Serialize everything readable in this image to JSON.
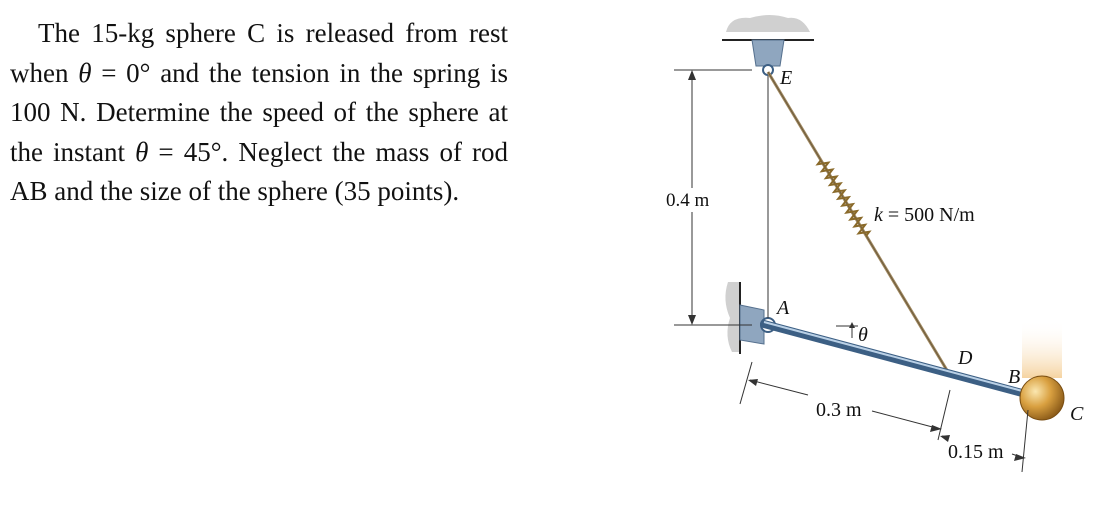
{
  "problem": {
    "segments": [
      {
        "text": "The 15-kg sphere C is released from rest when ",
        "math": false
      },
      {
        "text": "θ",
        "math": true
      },
      {
        "text": " = 0° and the tension in the spring is 100 N. Determine the speed of the sphere at the instant ",
        "math": false
      },
      {
        "text": "θ",
        "math": true
      },
      {
        "text": " = 45°. Neglect the mass of rod AB and the size of the sphere (35 points).",
        "math": false
      }
    ]
  },
  "figure": {
    "label_E": "E",
    "label_A": "A",
    "label_D": "D",
    "label_B": "B",
    "label_C": "C",
    "label_theta": "θ",
    "dim_vertical": "0.4 m",
    "dim_AD": "0.3 m",
    "dim_DB": "0.15 m",
    "spring_prefix": "k",
    "spring_rest": " = 500 N/m",
    "colors": {
      "rod": "#5a7fa6",
      "rod_highlight": "#b9d0e6",
      "spring": "#8a6a2a",
      "sphere": "#d9a040",
      "bracket": "#8fa6bf",
      "wall": "#c8c8c8"
    }
  }
}
